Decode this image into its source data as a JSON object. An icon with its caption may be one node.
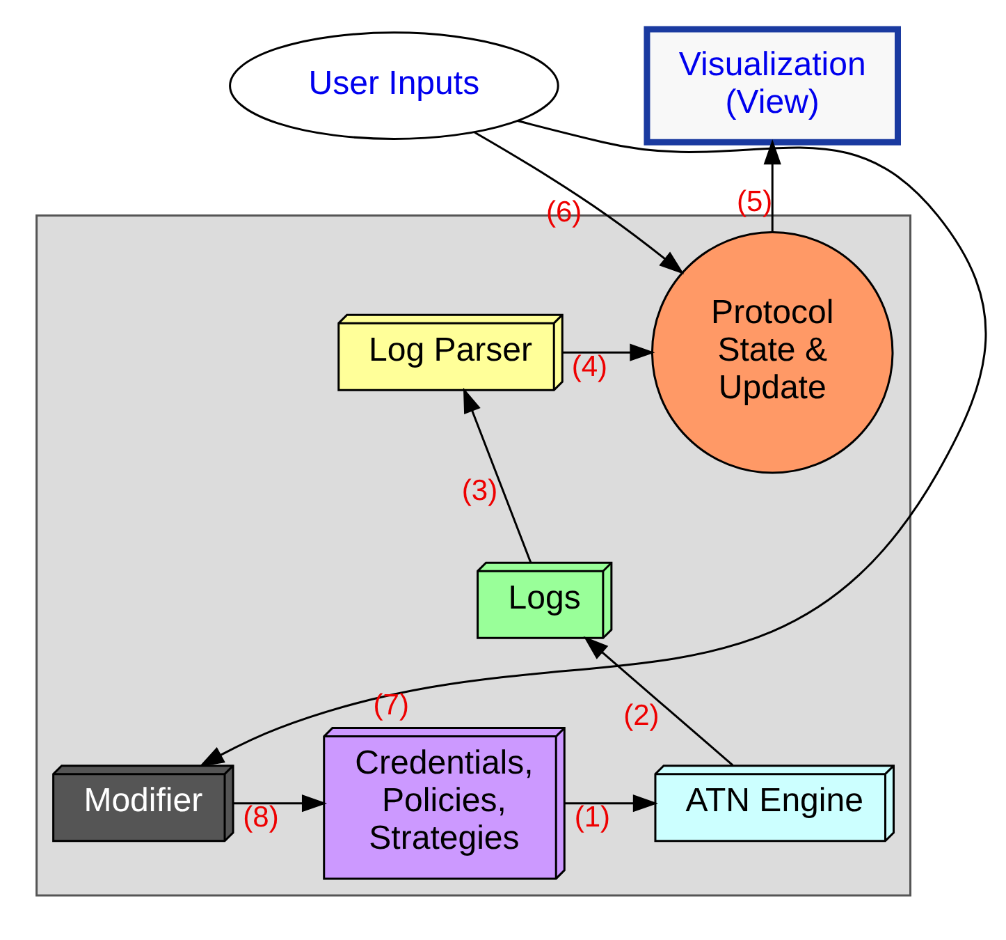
{
  "diagram": {
    "nodes": [
      {
        "text": [
          "User Inputs"
        ]
      },
      {
        "text": [
          "Visualization (View)"
        ]
      },
      {
        "text": [],
        "shape": "box"
      },
      {
        "text": [
          "Protocol State & Update"
        ],
        "in": 2
      },
      {
        "text": [
          "Log Parser"
        ],
        "in": 2
      },
      {
        "text": [
          "Logs"
        ],
        "in": 2
      },
      {
        "text": [
          "Modifier"
        ],
        "in": 2
      },
      {
        "text": [
          "Credentials, Policies, Strategies"
        ],
        "in": 2
      },
      {
        "text": [
          "ATN Engine"
        ],
        "in": 2
      }
    ],
    "edges": [
      {
        "from": 7,
        "to": 8,
        "arrow": "to",
        "label": "(1)"
      },
      {
        "from": 8,
        "to": 5,
        "arrow": "to",
        "label": "(2)"
      },
      {
        "from": 5,
        "to": 4,
        "arrow": "to",
        "label": "(3)"
      },
      {
        "from": 4,
        "to": 3,
        "arrow": "to",
        "label": "(4)"
      },
      {
        "from": 3,
        "to": 1,
        "arrow": "to",
        "label": "(5)"
      },
      {
        "from": 0,
        "to": 3,
        "arrow": "to",
        "label": "(6)"
      },
      {
        "from": 0,
        "to": 6,
        "arrow": "to",
        "label": "(7)"
      },
      {
        "from": 6,
        "to": 7,
        "arrow": "to",
        "label": "(8)"
      }
    ]
  }
}
